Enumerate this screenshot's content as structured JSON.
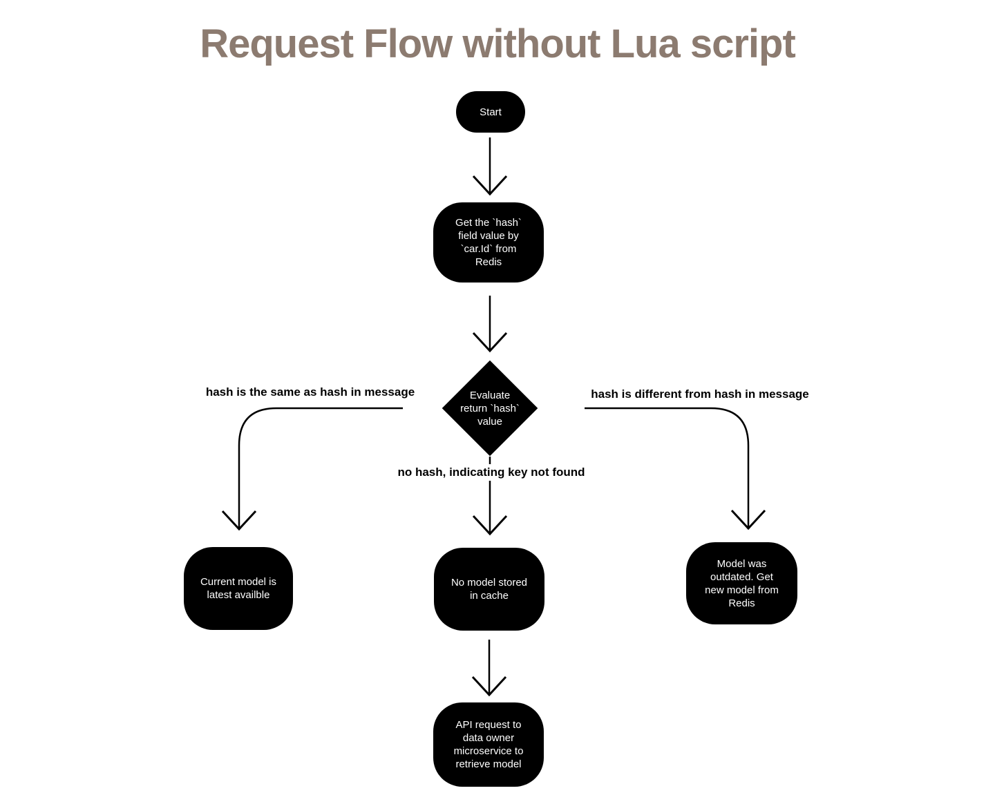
{
  "title": {
    "text": "Request Flow without Lua script",
    "color": "#8c7b70"
  },
  "colors": {
    "node_fill": "#000000",
    "node_text": "#ffffff",
    "edge_line": "#000000",
    "background": "#ffffff"
  },
  "nodes": {
    "start": {
      "label": "Start"
    },
    "get_hash": {
      "label": "Get the `hash`\nfield value by\n`car.Id` from\nRedis"
    },
    "evaluate": {
      "label": "Evaluate\nreturn `hash`\nvalue"
    },
    "current_model": {
      "label": "Current model is\nlatest availble"
    },
    "no_model": {
      "label": "No model stored\nin cache"
    },
    "outdated_model": {
      "label": "Model was\noutdated. Get\nnew model from\nRedis"
    },
    "api_request": {
      "label": "API request to\ndata owner\nmicroservice to\nretrieve model"
    }
  },
  "edge_labels": {
    "hash_same": "hash is the same as hash in message",
    "no_hash": "no hash, indicating key not found",
    "hash_different": "hash is different from hash in message"
  }
}
